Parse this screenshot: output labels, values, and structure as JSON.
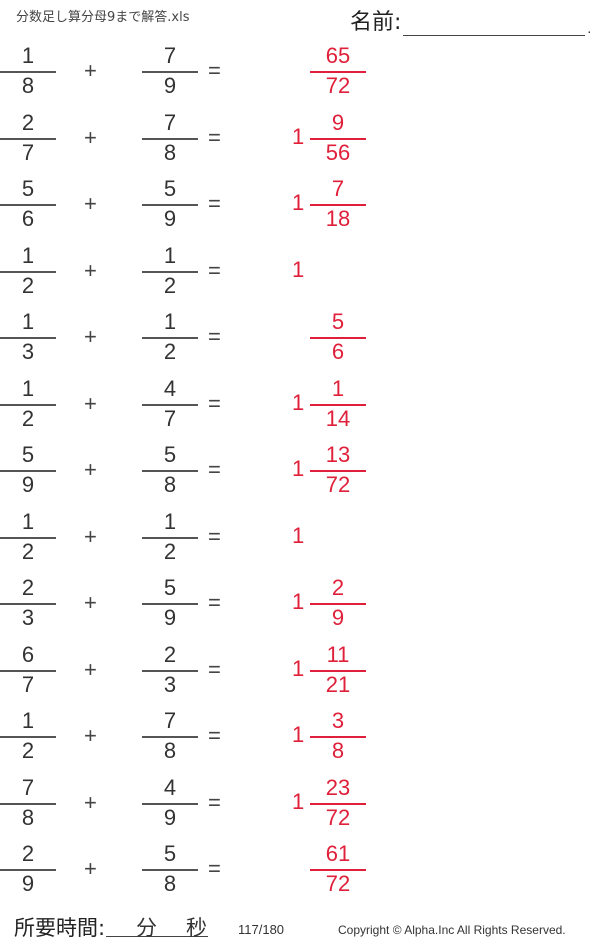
{
  "header": {
    "filename": "分数足し算分母9まで解答.xls",
    "name_label": "名前:",
    "name_end": "."
  },
  "colors": {
    "problem_text": "#333333",
    "answer_red": "#e0203a"
  },
  "operators": {
    "plus": "+",
    "equals": "="
  },
  "problems": [
    {
      "a_num": "1",
      "a_den": "8",
      "b_num": "7",
      "b_den": "9",
      "ans_whole": "",
      "ans_num": "65",
      "ans_den": "72"
    },
    {
      "a_num": "2",
      "a_den": "7",
      "b_num": "7",
      "b_den": "8",
      "ans_whole": "1",
      "ans_num": "9",
      "ans_den": "56"
    },
    {
      "a_num": "5",
      "a_den": "6",
      "b_num": "5",
      "b_den": "9",
      "ans_whole": "1",
      "ans_num": "7",
      "ans_den": "18"
    },
    {
      "a_num": "1",
      "a_den": "2",
      "b_num": "1",
      "b_den": "2",
      "ans_whole": "1",
      "ans_num": "",
      "ans_den": ""
    },
    {
      "a_num": "1",
      "a_den": "3",
      "b_num": "1",
      "b_den": "2",
      "ans_whole": "",
      "ans_num": "5",
      "ans_den": "6"
    },
    {
      "a_num": "1",
      "a_den": "2",
      "b_num": "4",
      "b_den": "7",
      "ans_whole": "1",
      "ans_num": "1",
      "ans_den": "14"
    },
    {
      "a_num": "5",
      "a_den": "9",
      "b_num": "5",
      "b_den": "8",
      "ans_whole": "1",
      "ans_num": "13",
      "ans_den": "72"
    },
    {
      "a_num": "1",
      "a_den": "2",
      "b_num": "1",
      "b_den": "2",
      "ans_whole": "1",
      "ans_num": "",
      "ans_den": ""
    },
    {
      "a_num": "2",
      "a_den": "3",
      "b_num": "5",
      "b_den": "9",
      "ans_whole": "1",
      "ans_num": "2",
      "ans_den": "9"
    },
    {
      "a_num": "6",
      "a_den": "7",
      "b_num": "2",
      "b_den": "3",
      "ans_whole": "1",
      "ans_num": "11",
      "ans_den": "21"
    },
    {
      "a_num": "1",
      "a_den": "2",
      "b_num": "7",
      "b_den": "8",
      "ans_whole": "1",
      "ans_num": "3",
      "ans_den": "8"
    },
    {
      "a_num": "7",
      "a_den": "8",
      "b_num": "4",
      "b_den": "9",
      "ans_whole": "1",
      "ans_num": "23",
      "ans_den": "72"
    },
    {
      "a_num": "2",
      "a_den": "9",
      "b_num": "5",
      "b_den": "8",
      "ans_whole": "",
      "ans_num": "61",
      "ans_den": "72"
    }
  ],
  "footer": {
    "time_label": "所要時間:",
    "minutes_label": "分",
    "seconds_label": "秒",
    "page_count": "117/180",
    "copyright": "Copyright ©  Alpha.Inc All Rights Reserved."
  }
}
